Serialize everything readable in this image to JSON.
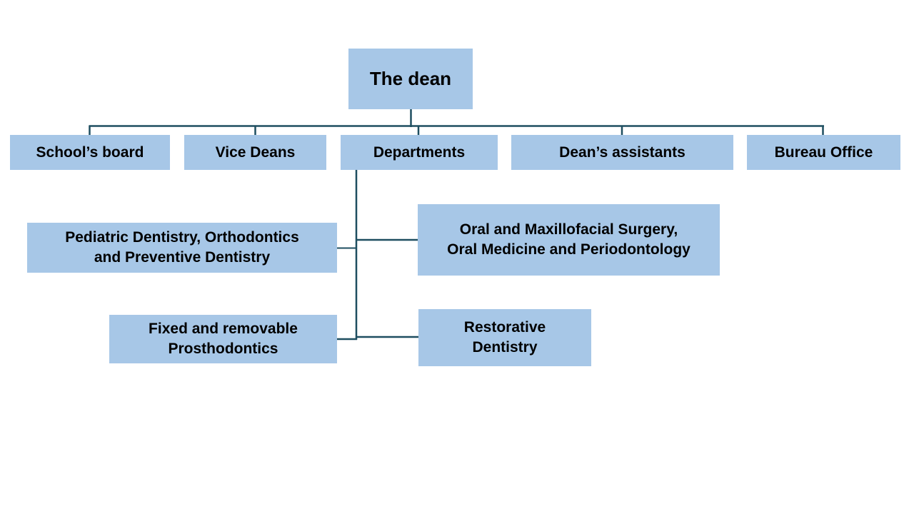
{
  "colors": {
    "box_fill": "#A7C7E7",
    "connector": "#1E4E60",
    "text": "#000000",
    "background": "#FFFFFF"
  },
  "nodes": {
    "dean": {
      "label": "The dean"
    },
    "row2": [
      {
        "label": "School’s board"
      },
      {
        "label": "Vice Deans"
      },
      {
        "label": "Departments"
      },
      {
        "label": "Dean’s assistants"
      },
      {
        "label": "Bureau Office"
      }
    ],
    "department_children": [
      {
        "line1": "Pediatric Dentistry, Orthodontics",
        "line2": "and Preventive Dentistry"
      },
      {
        "line1": "Oral and Maxillofacial Surgery,",
        "line2": "Oral Medicine and Periodontology"
      },
      {
        "line1": "Fixed and removable",
        "line2": "Prosthodontics"
      },
      {
        "line1": "Restorative",
        "line2": "Dentistry"
      }
    ]
  }
}
